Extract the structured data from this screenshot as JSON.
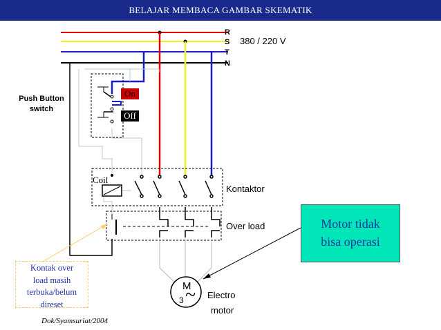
{
  "header": {
    "title": "BELAJAR MEMBACA GAMBAR SKEMATIK"
  },
  "supply": {
    "phases": [
      {
        "label": "R",
        "color": "#e00000"
      },
      {
        "label": "S",
        "color": "#f2ee22"
      },
      {
        "label": "T",
        "color": "#1a1acc"
      },
      {
        "label": "N",
        "color": "#000000"
      }
    ],
    "voltage": "380 / 220 V"
  },
  "push_button": {
    "title_line1": "Push Button",
    "title_line2": "switch",
    "on_label": "On",
    "off_label": "Off"
  },
  "contactor": {
    "coil_label": "Coil",
    "label": "Kontaktor"
  },
  "overload": {
    "label": "Over load"
  },
  "callout": {
    "line1": "Motor tidak",
    "line2": "bisa operasi",
    "bg_color": "#00e6b8"
  },
  "note": {
    "line1": "Kontak over",
    "line2": "load masih",
    "line3": "terbuka/belum",
    "line4": "direset"
  },
  "motor": {
    "symbol": "M",
    "phase_count": "3",
    "tilde": "~",
    "label_line1": "Electro",
    "label_line2": "motor"
  },
  "credit": "Dok/Syamsuriat/2004"
}
